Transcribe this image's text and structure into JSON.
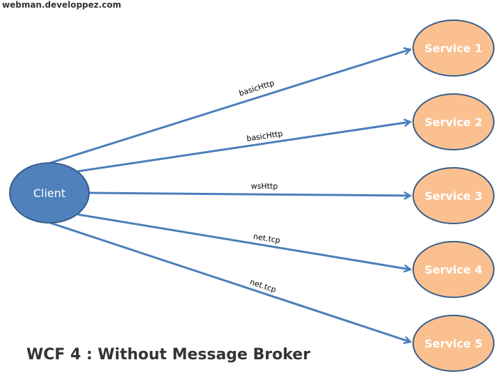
{
  "watermark": "webman.developpez.com",
  "title": "WCF 4 : Without Message Broker",
  "colors": {
    "client_fill": "#4f81bd",
    "client_stroke": "#385d8a",
    "client_text": "#ffffff",
    "service_fill": "#fac090",
    "service_stroke": "#385d8a",
    "service_text": "#ffffff",
    "edge": "#4a7ebb"
  },
  "client": {
    "label": "Client"
  },
  "services": [
    {
      "label": "Service 1"
    },
    {
      "label": "Service 2"
    },
    {
      "label": "Service 3"
    },
    {
      "label": "Service 4"
    },
    {
      "label": "Service 5"
    }
  ],
  "edges": [
    {
      "from": "Client",
      "to": "Service 1",
      "label": "basicHttp"
    },
    {
      "from": "Client",
      "to": "Service 2",
      "label": "basicHttp"
    },
    {
      "from": "Client",
      "to": "Service 3",
      "label": "wsHttp"
    },
    {
      "from": "Client",
      "to": "Service 4",
      "label": "net.tcp"
    },
    {
      "from": "Client",
      "to": "Service 5",
      "label": "net.tcp"
    }
  ]
}
